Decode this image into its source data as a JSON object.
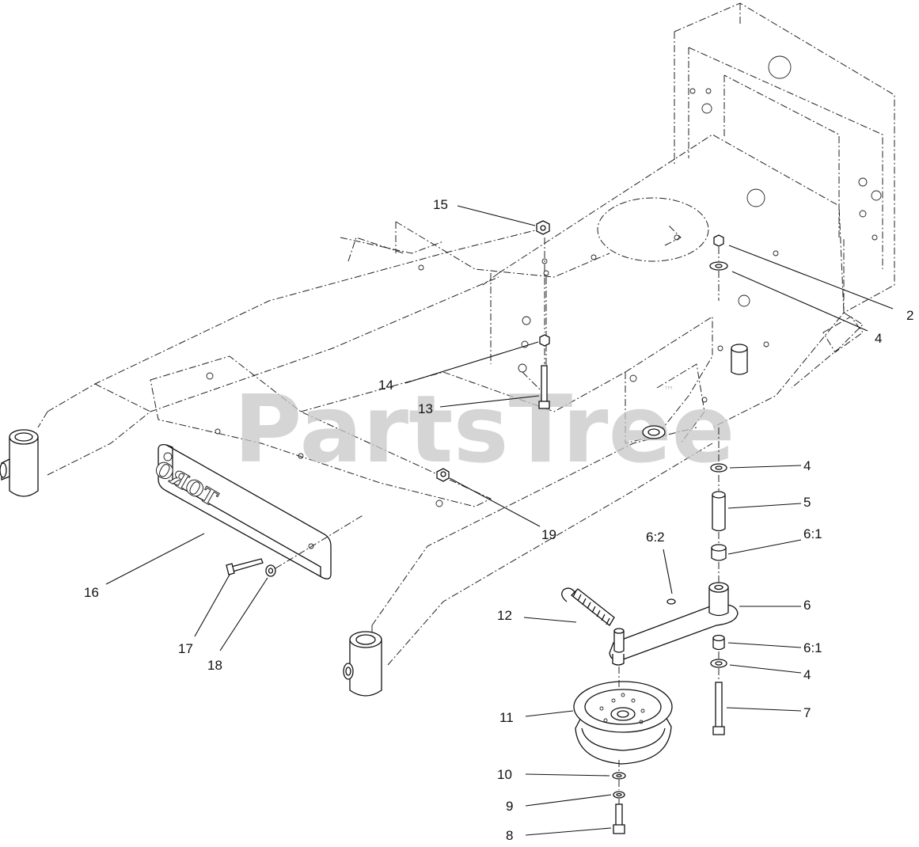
{
  "watermark": {
    "text": "PartsTree",
    "tm": "™"
  },
  "logo": {
    "text": "TORO"
  },
  "callouts": {
    "c15": "15",
    "c2": "2",
    "c4a": "4",
    "c4b": "4",
    "c5": "5",
    "c61a": "6:1",
    "c62": "6:2",
    "c6": "6",
    "c61b": "6:1",
    "c4c": "4",
    "c7": "7",
    "c12": "12",
    "c11": "11",
    "c10": "10",
    "c9": "9",
    "c8": "8",
    "c14": "14",
    "c13": "13",
    "c19": "19",
    "c16": "16",
    "c17": "17",
    "c18": "18"
  }
}
